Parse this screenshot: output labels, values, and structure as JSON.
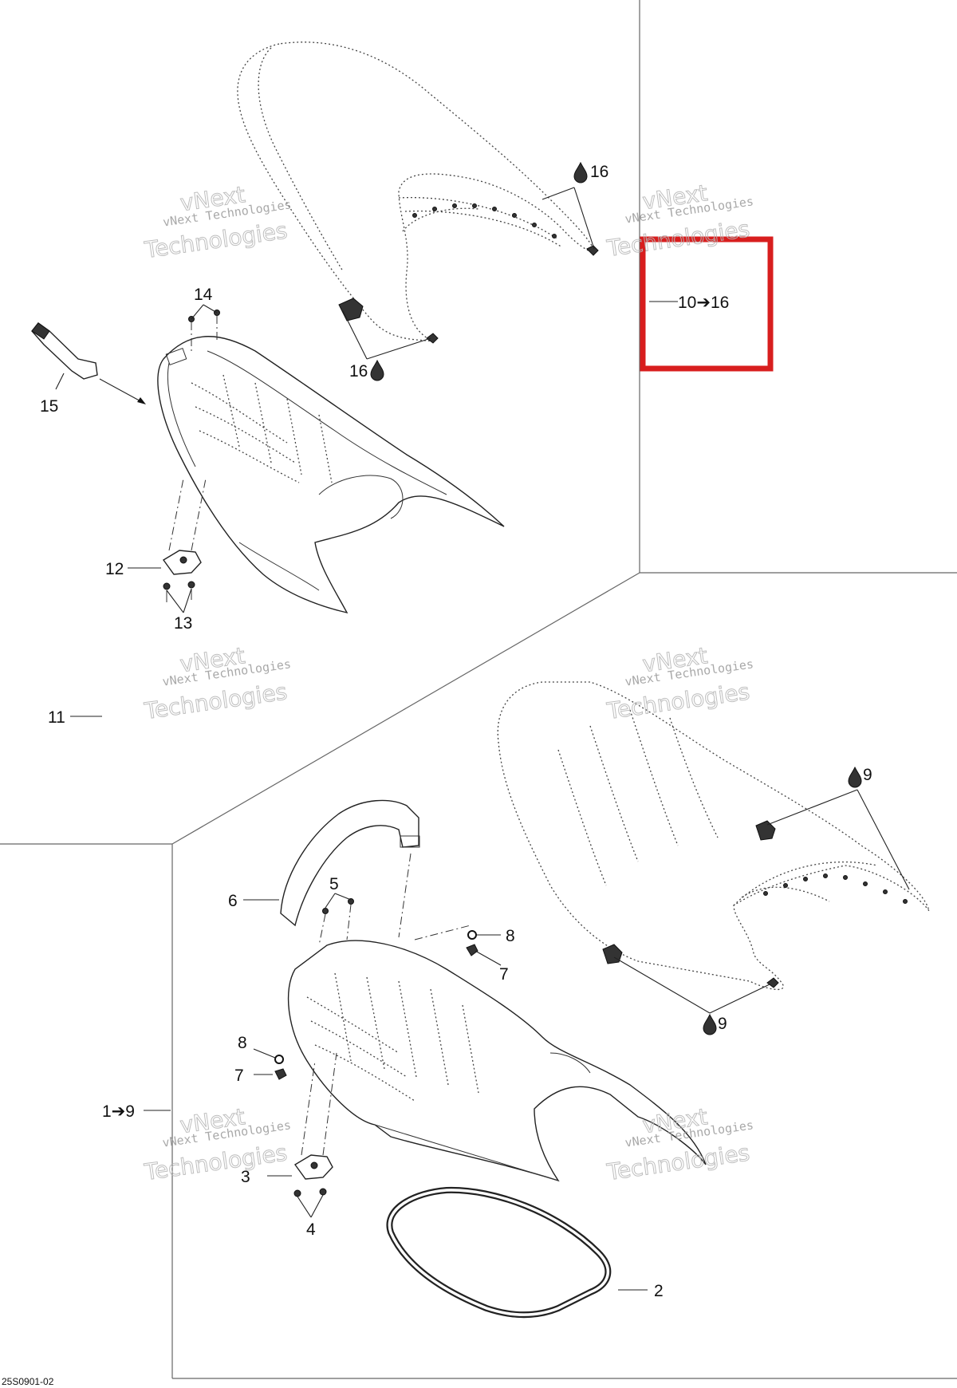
{
  "diagram": {
    "callouts": {
      "c1_9": "1➔9",
      "c2": "2",
      "c3": "3",
      "c4": "4",
      "c5": "5",
      "c6": "6",
      "c7a": "7",
      "c7b": "7",
      "c8a": "8",
      "c8b": "8",
      "c9a": "9",
      "c9b": "9",
      "c10_16": "10➔16",
      "c11": "11",
      "c12": "12",
      "c13": "13",
      "c14": "14",
      "c15": "15",
      "c16a": "16",
      "c16b": "16"
    },
    "drawing_ref": "25S0901-02",
    "watermark": {
      "line_small": "vNext Technologies",
      "line_big": "Technologies",
      "line_top": "vNext"
    },
    "highlight_color": "#d81e1e"
  }
}
